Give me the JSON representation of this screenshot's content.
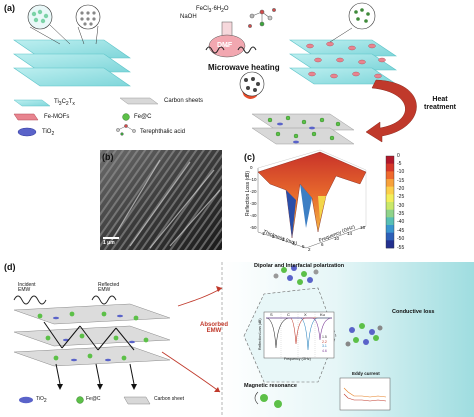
{
  "panels": {
    "a": "(a)",
    "b": "(b)",
    "c": "(c)",
    "d": "(d)"
  },
  "panel_a": {
    "reagent_1": "FeCl",
    "reagent_1_sub": "3",
    "reagent_1_mid": "·6H",
    "reagent_1_sub2": "2",
    "reagent_1_end": "O",
    "reagent_2": "NaOH",
    "solvent": "DMF",
    "step_1": "Microwave heating",
    "step_2": "Heat treatment",
    "legend": {
      "ti3c2tx": "Ti",
      "ti3c2tx_sub1": "3",
      "ti3c2tx_mid": "C",
      "ti3c2tx_sub2": "2",
      "ti3c2tx_end": "T",
      "ti3c2tx_sub3": "x",
      "carbon_sheets": "Carbon sheets",
      "fe_mofs": "Fe-MOFs",
      "fe_at_c": "Fe@C",
      "tio2": "TiO",
      "tio2_sub": "2",
      "terephthalic": "Terephthalic acid"
    }
  },
  "panel_b": {
    "scale_bar": "1 μm"
  },
  "panel_c": {
    "z_axis": "Reflection Loss (dB)",
    "x_axis": "Thickness (mm)",
    "y_axis": "Frequency (GHz)",
    "z_ticks": [
      "0",
      "-10",
      "-20",
      "-30",
      "-40",
      "-50"
    ],
    "x_ticks": [
      "1",
      "2",
      "3",
      "4",
      "5"
    ],
    "y_ticks": [
      "2",
      "6",
      "10",
      "14",
      "18"
    ],
    "colorbar_ticks": [
      "0",
      "-5",
      "-10",
      "-15",
      "-20",
      "-25",
      "-30",
      "-35",
      "-40",
      "-45",
      "-50",
      "-55"
    ],
    "colorbar_colors": [
      "#b2182b",
      "#d6372a",
      "#ef6a2e",
      "#f7a13a",
      "#fccf4a",
      "#f3ee5a",
      "#c9e86a",
      "#8fd38a",
      "#58bfb5",
      "#3a96cf",
      "#2d5fb8",
      "#23308f"
    ]
  },
  "panel_d": {
    "incident": "Incident",
    "incident_2": "EMW",
    "reflected": "Reflected",
    "reflected_2": "EMW",
    "absorbed": "Absorbed",
    "absorbed_2": "EMW",
    "mech_1": "Dipolar and Interfacial polarization",
    "mech_2": "Conductive loss",
    "mech_3": "Magnetic resonance",
    "mech_4": "Eddy current",
    "inset_bands": [
      "S",
      "C",
      "X",
      "Ku"
    ],
    "inset_legend": [
      "1.5",
      "2.2",
      "3.1",
      "4.6"
    ],
    "inset_xlabel": "Frequency (GHz)",
    "inset_ylabel": "Reflection Loss (dB)",
    "legend": {
      "tio2": "TiO",
      "tio2_sub": "2",
      "fe_at_c": "Fe@C",
      "carbon_sheet": "Carbon sheet"
    }
  }
}
